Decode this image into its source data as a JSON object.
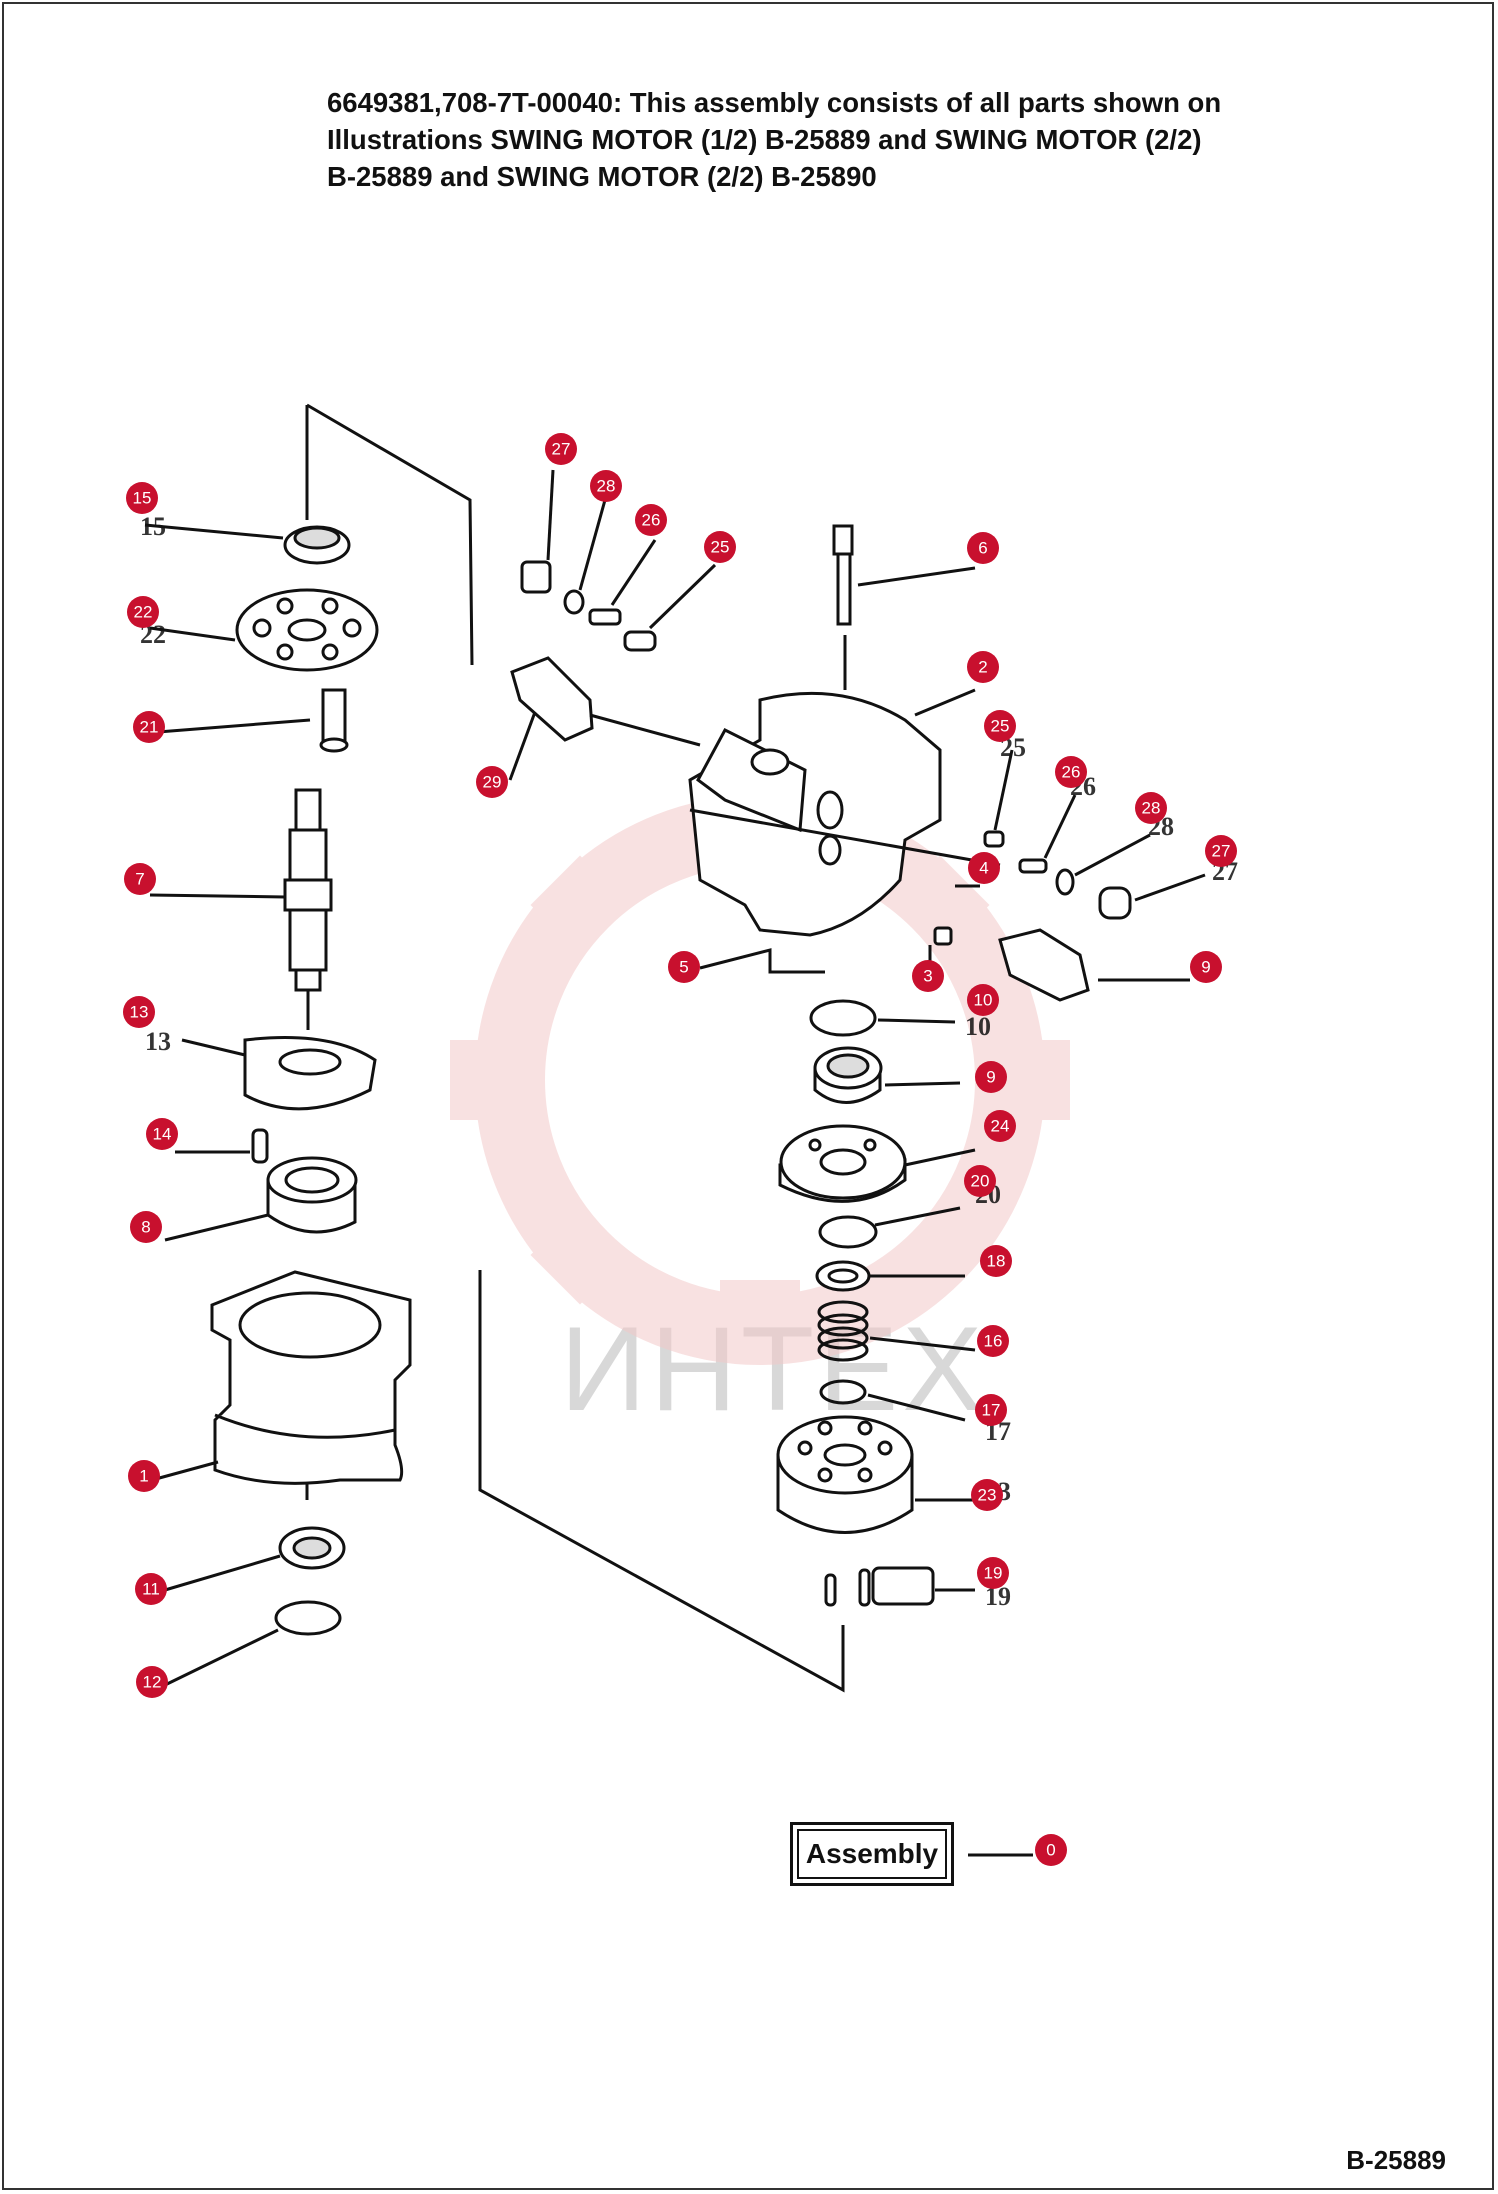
{
  "header": {
    "title_lines": [
      "6649381,708-7T-00040: This assembly consists of all parts shown on",
      "Illustrations SWING MOTOR (1/2) B-25889 and SWING MOTOR (2/2)",
      "B-25889 and SWING MOTOR (2/2) B-25890"
    ]
  },
  "watermark": {
    "text": "ИНТЕХ"
  },
  "assembly": {
    "label": "Assembly",
    "callout": "0"
  },
  "footer": {
    "code": "B-25889"
  },
  "callouts": {
    "c15": "15",
    "c22": "22",
    "c21": "21",
    "c7": "7",
    "c13": "13",
    "c14": "14",
    "c8": "8",
    "c1": "1",
    "c11": "11",
    "c12": "12",
    "c27a": "27",
    "c28a": "28",
    "c26a": "26",
    "c25a": "25",
    "c6": "6",
    "c2": "2",
    "c29": "29",
    "c25b": "25",
    "c26b": "26",
    "c28b": "28",
    "c27b": "27",
    "c4": "4",
    "c5": "5",
    "c3": "3",
    "c9a": "9",
    "c10": "10",
    "c9b": "9",
    "c24": "24",
    "c20": "20",
    "c18": "18",
    "c16": "16",
    "c17": "17",
    "c23": "23",
    "c19": "19"
  },
  "colors": {
    "callout": "#c8102e",
    "watermark": "#f3c9c9"
  }
}
